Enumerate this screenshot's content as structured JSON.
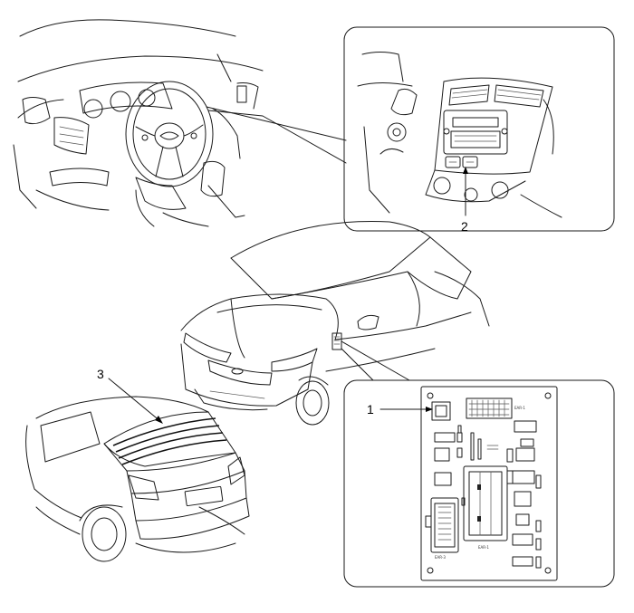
{
  "callouts": [
    {
      "id": "1",
      "label": "1"
    },
    {
      "id": "2",
      "label": "2"
    },
    {
      "id": "3",
      "label": "3"
    }
  ],
  "icons": {
    "dashboard": "dashboard-interior-icon",
    "steering": "steering-wheel-icon",
    "center_console": "center-console-icon",
    "car_front": "car-front-view-icon",
    "car_rear": "car-rear-view-icon",
    "junction_box": "junction-box-icon",
    "rear_defogger": "rear-defogger-grid-icon"
  }
}
